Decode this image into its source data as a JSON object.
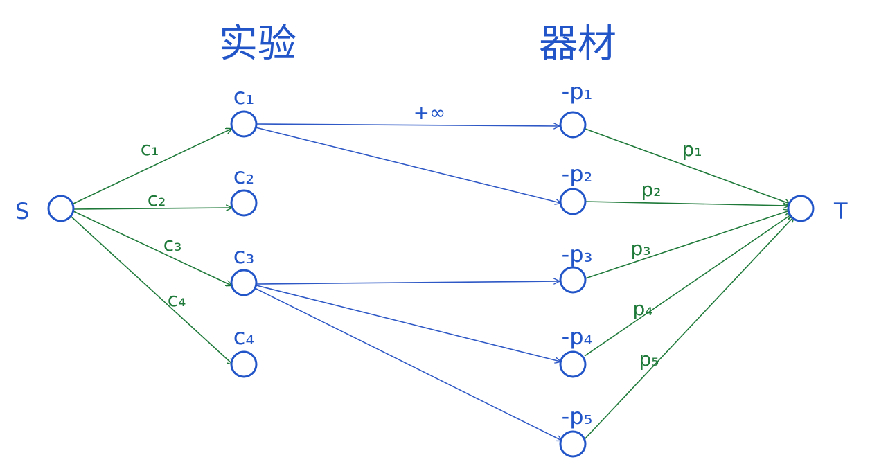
{
  "headers": {
    "experiments": "实验",
    "equipment": "器材"
  },
  "colors": {
    "node": "#2255c8",
    "source_edge": "#1f7a3a",
    "middle_edge": "#2e58c5",
    "sink_edge": "#1f7a3a",
    "label_blue": "#2255c8",
    "label_green": "#1f7a3a"
  },
  "nodes": {
    "source": {
      "label": "S"
    },
    "sink": {
      "label": "T"
    },
    "experiments": [
      {
        "id": "c1",
        "label": "c₁"
      },
      {
        "id": "c2",
        "label": "c₂"
      },
      {
        "id": "c3",
        "label": "c₃"
      },
      {
        "id": "c4",
        "label": "c₄"
      }
    ],
    "equipment": [
      {
        "id": "p1",
        "label": "-p₁"
      },
      {
        "id": "p2",
        "label": "-p₂"
      },
      {
        "id": "p3",
        "label": "-p₃"
      },
      {
        "id": "p4",
        "label": "-p₄"
      },
      {
        "id": "p5",
        "label": "-p₅"
      }
    ]
  },
  "edges": {
    "source_to_experiment": [
      {
        "from": "S",
        "to": "c1",
        "label": "c₁"
      },
      {
        "from": "S",
        "to": "c2",
        "label": "c₂"
      },
      {
        "from": "S",
        "to": "c3",
        "label": "c₃"
      },
      {
        "from": "S",
        "to": "c4",
        "label": "c₄"
      }
    ],
    "experiment_to_equipment": [
      {
        "from": "c1",
        "to": "p1",
        "label": "+∞"
      },
      {
        "from": "c1",
        "to": "p2",
        "label": ""
      },
      {
        "from": "c3",
        "to": "p3",
        "label": ""
      },
      {
        "from": "c3",
        "to": "p4",
        "label": ""
      },
      {
        "from": "c3",
        "to": "p5",
        "label": ""
      }
    ],
    "equipment_to_sink": [
      {
        "from": "p1",
        "to": "T",
        "label": "p₁"
      },
      {
        "from": "p2",
        "to": "T",
        "label": "p₂"
      },
      {
        "from": "p3",
        "to": "T",
        "label": "p₃"
      },
      {
        "from": "p4",
        "to": "T",
        "label": "p₄"
      },
      {
        "from": "p5",
        "to": "T",
        "label": "p₅"
      }
    ]
  }
}
